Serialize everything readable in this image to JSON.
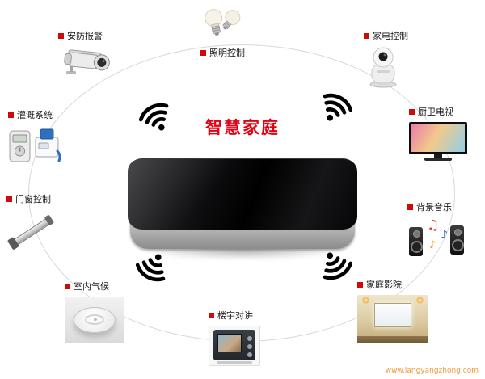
{
  "center": {
    "title": "智慧家庭"
  },
  "watermark": "www.langyangzhong.com",
  "nodes": [
    {
      "id": "security",
      "label": "安防报警",
      "image": "security-camera"
    },
    {
      "id": "lighting",
      "label": "照明控制",
      "image": "light-bulbs"
    },
    {
      "id": "appliance",
      "label": "家电控制",
      "image": "appliance-camera"
    },
    {
      "id": "irrigation",
      "label": "灌溉系统",
      "image": "irrigation-devices"
    },
    {
      "id": "kitchen_tv",
      "label": "厨卫电视",
      "image": "kitchen-tv"
    },
    {
      "id": "door_window",
      "label": "门窗控制",
      "image": "window-actuator"
    },
    {
      "id": "music",
      "label": "背景音乐",
      "image": "speakers-music-notes"
    },
    {
      "id": "climate",
      "label": "室内气候",
      "image": "ceiling-climate-sensor"
    },
    {
      "id": "cinema",
      "label": "家庭影院",
      "image": "home-theater-screen"
    },
    {
      "id": "intercom",
      "label": "楼宇对讲",
      "image": "video-intercom-panel"
    }
  ],
  "icons": {
    "wifi": "wifi-signal-icon",
    "bullet": "red-square-bullet"
  },
  "colors": {
    "title": "#e60012",
    "bullet": "#cf0a0a",
    "wifi": "#000000",
    "ellipse_stroke": "#d8d8d8",
    "watermark": "#f29b3b",
    "background": "#ffffff",
    "hub_top": "#0c0c0e",
    "hub_side": "#c9c9c9"
  }
}
